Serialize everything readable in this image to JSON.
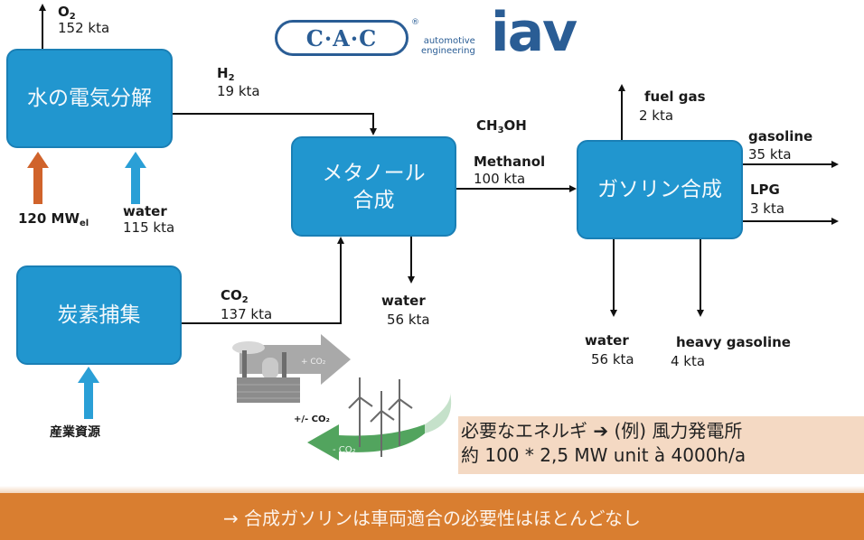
{
  "logos": {
    "cac": "C·A·C",
    "cac_registered": "®",
    "iav_subtitle_line1": "automotive",
    "iav_subtitle_line2": "engineering",
    "iav": "iav"
  },
  "colors": {
    "process_box": "#2196cf",
    "electricity_arrow": "#d0632b",
    "water_arrow": "#2a9fd6",
    "energy_note_bg": "#f4d9c3",
    "bottom_bar": "#d97e30",
    "logo_blue": "#2a5d95"
  },
  "boxes": {
    "electrolysis": "水の電気分解",
    "carbon_capture": "炭素捕集",
    "methanol_synthesis_line1": "メタノール",
    "methanol_synthesis_line2": "合成",
    "gasoline_synthesis": "ガソリン合成"
  },
  "flows": {
    "o2": {
      "species": "O",
      "sub": "2",
      "amount": "152 kta"
    },
    "h2": {
      "species": "H",
      "sub": "2",
      "amount": "19 kta"
    },
    "electricity": {
      "amount": "120 MW",
      "sub": "el"
    },
    "water_in": {
      "name": "water",
      "amount": "115 kta"
    },
    "co2": {
      "species": "CO",
      "sub": "2",
      "amount": "137 kta"
    },
    "industrial_source": "産業資源",
    "methanol_water": {
      "name": "water",
      "amount": "56 kta"
    },
    "methanol": {
      "formula_pre": "CH",
      "formula_sub": "3",
      "formula_post": "OH",
      "name": "Methanol",
      "amount": "100 kta"
    },
    "fuel_gas": {
      "name": "fuel gas",
      "amount": "2 kta"
    },
    "gasoline": {
      "name": "gasoline",
      "amount": "35 kta"
    },
    "lpg": {
      "name": "LPG",
      "amount": "3 kta"
    },
    "gasoline_water": {
      "name": "water",
      "amount": "56 kta"
    },
    "heavy_gasoline": {
      "name": "heavy gasoline",
      "amount": "4 kta"
    }
  },
  "illustration": {
    "plus_co2": "+ CO₂",
    "plus_minus_co2": "+/- CO₂",
    "minus_co2": "- CO₂"
  },
  "energy_note": {
    "line1": "必要なエネルギ ➔ (例) 風力発電所",
    "line2": "約 100 * 2,5 MW unit à 4000h/a"
  },
  "conclusion": "→ 合成ガソリンは車両適合の必要性はほとんどなし"
}
